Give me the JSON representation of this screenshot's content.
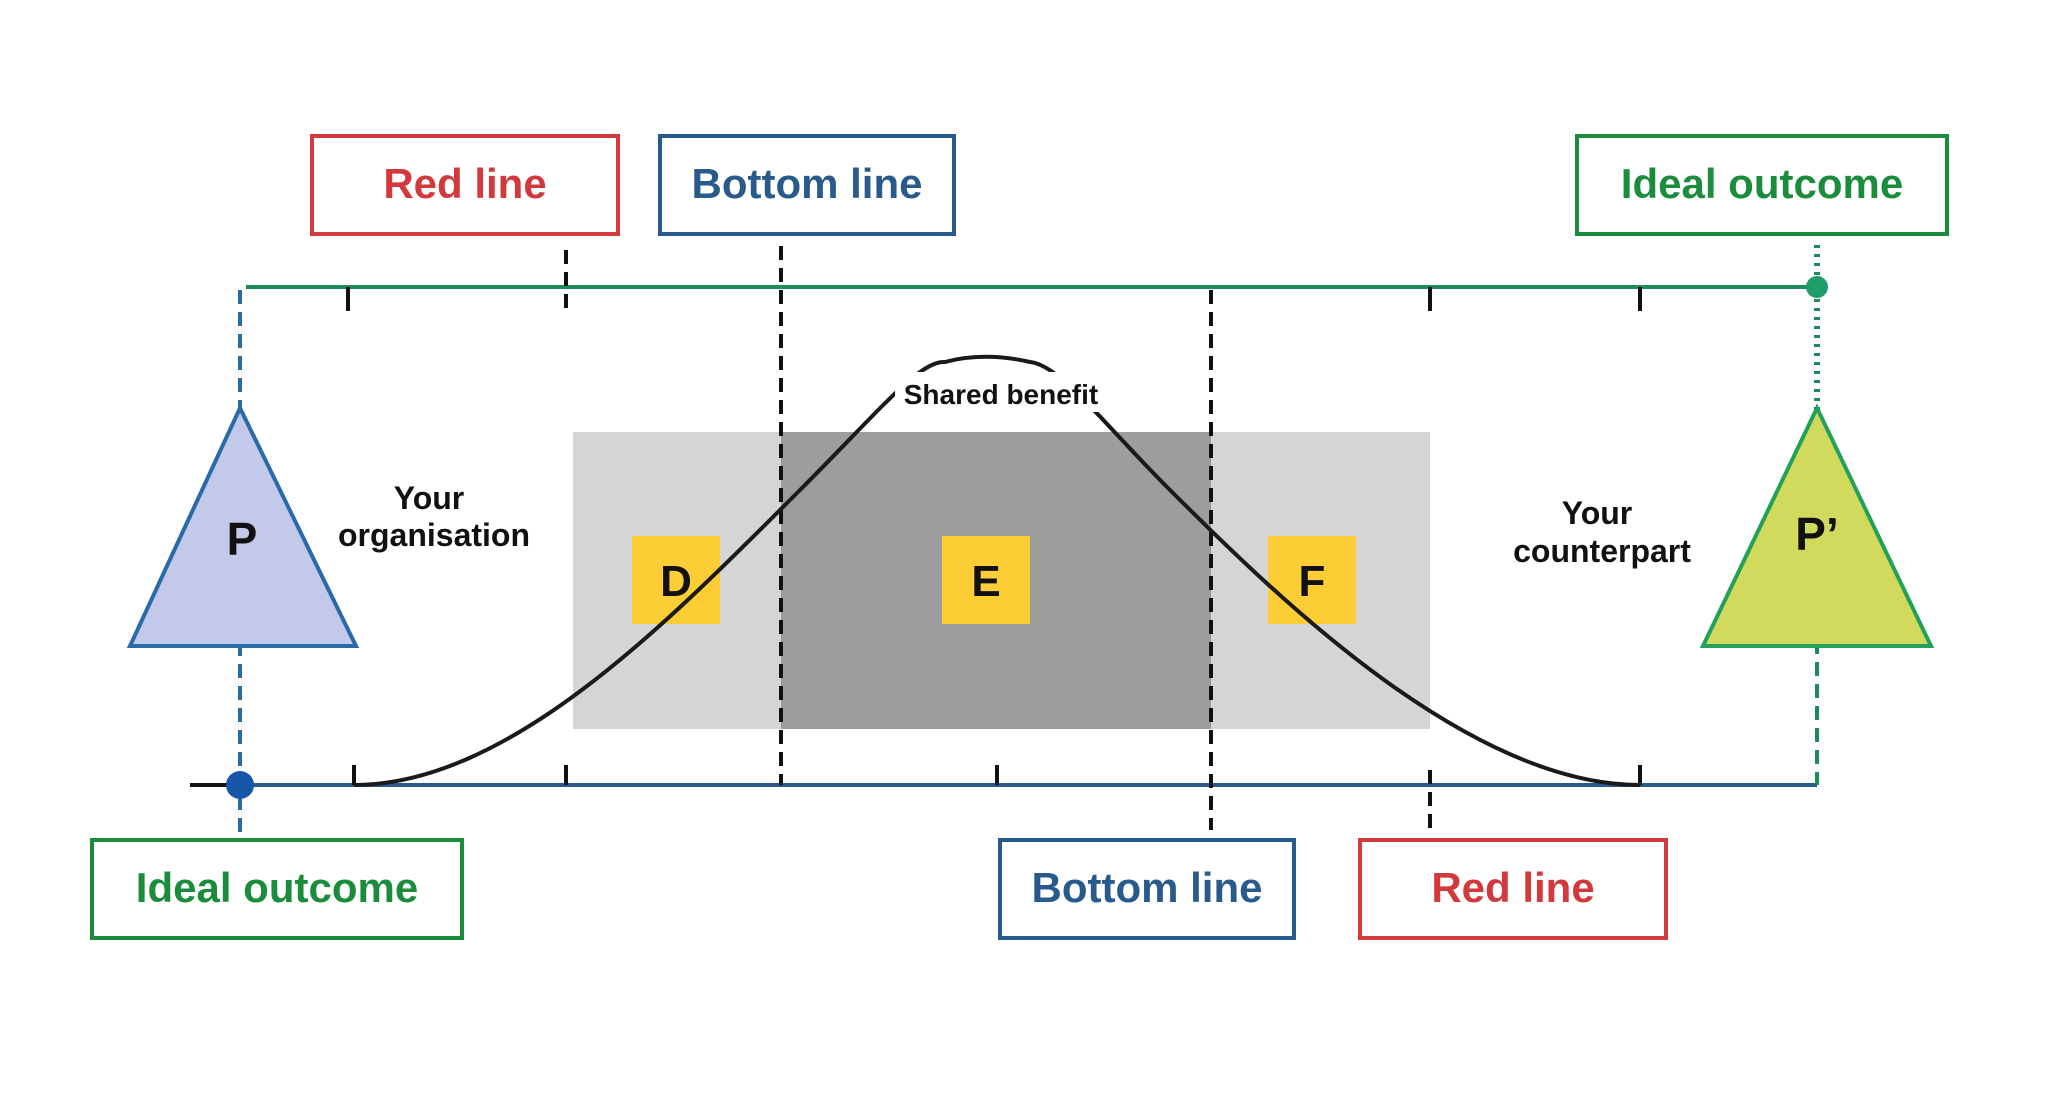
{
  "colors": {
    "green": "#1a8c3c",
    "green_line": "#1e8c5a",
    "red": "#d2393c",
    "blue": "#285a8c",
    "blue_dot": "#1656a8",
    "light_gray": "#d5d5d5",
    "dark_gray": "#9d9d9d",
    "yellow": "#fccd34",
    "triangle_left_fill": "#c3c9ea",
    "triangle_left_stroke": "#2a6aaa",
    "triangle_right_fill": "#d1da5c",
    "triangle_right_stroke": "#24a05a",
    "curve": "#1a1a1a"
  },
  "labels": {
    "top_red": "Red line",
    "top_bottom": "Bottom line",
    "top_ideal": "Ideal outcome",
    "bottom_ideal": "Ideal outcome",
    "bottom_bottom": "Bottom line",
    "bottom_red": "Red line"
  },
  "parties": {
    "left_symbol": "P",
    "right_symbol": "P’",
    "left_line1": "Your",
    "left_line2": "organisation",
    "right_line1": "Your",
    "right_line2": "counterpart"
  },
  "zones": {
    "d": "D",
    "e": "E",
    "f": "F"
  },
  "curve_label": "Shared benefit"
}
